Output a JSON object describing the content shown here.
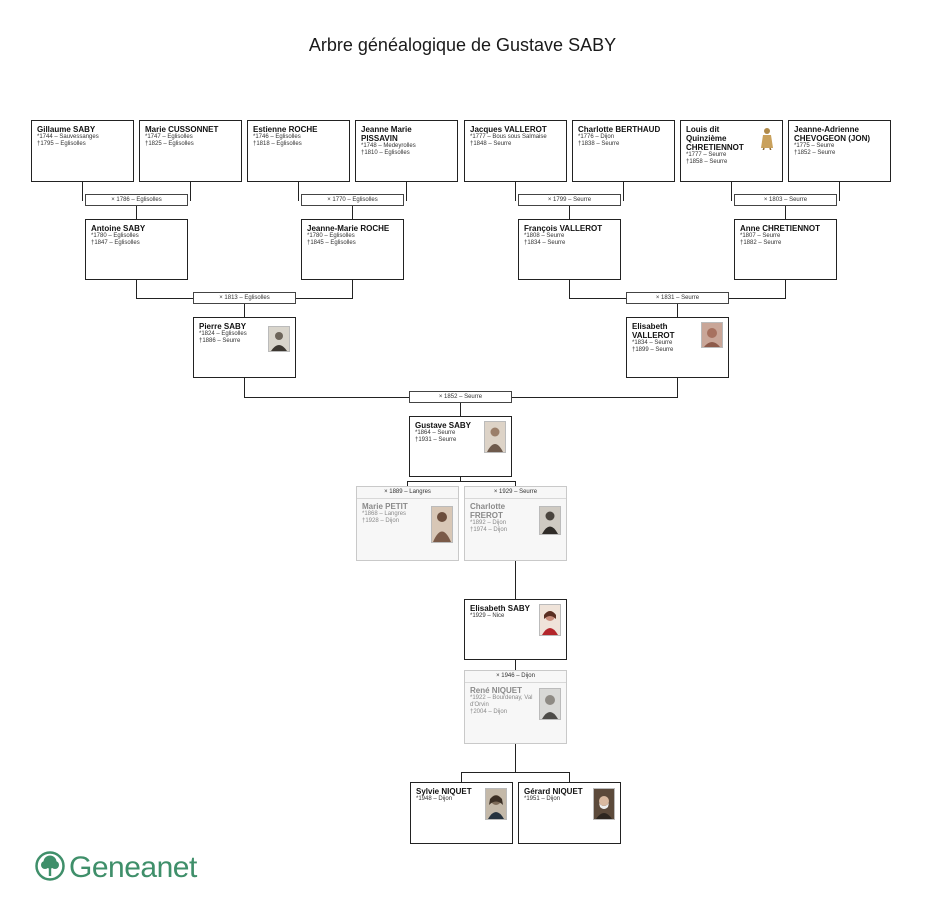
{
  "title": "Arbre généalogique de Gustave SABY",
  "people": {
    "gillaume": {
      "name": "Gillaume SABY",
      "events": [
        "*1744 – Sauvessanges",
        "†1795 – Eglisolles"
      ]
    },
    "marie_c": {
      "name": "Marie CUSSONNET",
      "events": [
        "*1747 – Eglisolles",
        "†1825 – Eglisolles"
      ]
    },
    "estienne": {
      "name": "Estienne ROCHE",
      "events": [
        "*1746 – Eglisolles",
        "†1818 – Eglisolles"
      ]
    },
    "jeanne_p": {
      "name": "Jeanne Marie PISSAVIN",
      "events": [
        "*1748 – Medeyrolles",
        "†1810 – Eglisolles"
      ]
    },
    "jacques": {
      "name": "Jacques VALLEROT",
      "events": [
        "*1777 – Bous sous Salmaise",
        "†1848 – Seurre"
      ]
    },
    "charlotte_b": {
      "name": "Charlotte BERTHAUD",
      "events": [
        "*1776 – Dijon",
        "†1838 – Seurre"
      ]
    },
    "louis": {
      "name": "Louis dit Quinzième CHRETIENNOT",
      "events": [
        "*1777 – Seurre",
        "†1858 – Seurre"
      ]
    },
    "jeanne_a": {
      "name": "Jeanne-Adrienne CHEVOGEON (JON)",
      "events": [
        "*1775 – Seurre",
        "†1852 – Seurre"
      ]
    },
    "antoine": {
      "name": "Antoine SABY",
      "events": [
        "*1780 – Eglisolles",
        "†1847 – Eglisolles"
      ]
    },
    "jeanne_r": {
      "name": "Jeanne-Marie ROCHE",
      "events": [
        "*1780 – Eglisolles",
        "†1845 – Eglisolles"
      ]
    },
    "francois": {
      "name": "François VALLEROT",
      "events": [
        "*1808 – Seurre",
        "†1834 – Seurre"
      ]
    },
    "anne": {
      "name": "Anne CHRETIENNOT",
      "events": [
        "*1807 – Seurre",
        "†1882 – Seurre"
      ]
    },
    "pierre": {
      "name": "Pierre SABY",
      "events": [
        "*1824 – Eglisolles",
        "†1886 – Seurre"
      ]
    },
    "elisabeth_v": {
      "name": "Elisabeth VALLEROT",
      "events": [
        "*1834 – Seurre",
        "†1899 – Seurre"
      ]
    },
    "gustave": {
      "name": "Gustave SABY",
      "events": [
        "*1864 – Seurre",
        "†1931 – Seurre"
      ]
    },
    "marie_p": {
      "name": "Marie PETIT",
      "events": [
        "*1868 – Langres",
        "†1928 – Dijon"
      ]
    },
    "charlotte_f": {
      "name": "Charlotte FREROT",
      "events": [
        "*1892 – Dijon",
        "†1974 – Dijon"
      ]
    },
    "elisabeth_s": {
      "name": "Elisabeth SABY",
      "events": [
        "*1929 – Nice"
      ]
    },
    "rene": {
      "name": "René NIQUET",
      "events": [
        "*1922 – Bourdenay, Val d'Orvin",
        "†2004 – Dijon"
      ]
    },
    "sylvie": {
      "name": "Sylvie NIQUET",
      "events": [
        "*1948 – Dijon"
      ]
    },
    "gerard": {
      "name": "Gérard NIQUET",
      "events": [
        "*1951 – Dijon"
      ]
    }
  },
  "marriages": {
    "m1786": "× 1786 – Eglisolles",
    "m1770": "× 1770 – Eglisolles",
    "m1799": "× 1799 – Seurre",
    "m1803": "× 1803 – Seurre",
    "m1813": "× 1813 – Eglisolles",
    "m1831": "× 1831 – Seurre",
    "m1852": "× 1852 – Seurre",
    "m1889": "× 1889 – Langres",
    "m1929": "× 1929 – Seurre",
    "m1946": "× 1946 – Dijon"
  },
  "logo": {
    "text": "Geneanet",
    "icon": "tree-icon",
    "color": "#3f8f6a"
  }
}
